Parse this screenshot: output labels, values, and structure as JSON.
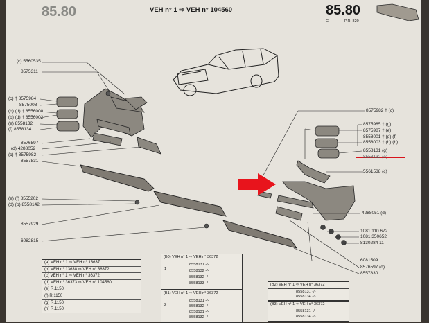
{
  "header": {
    "left_number": "85.80",
    "right_number": "85.80",
    "sub_code": "P.R. 820",
    "corner_letter": "C",
    "range_label": "VEH n° 1 ⇨ VEH n° 104560"
  },
  "left_refs": [
    "(c) 5560535",
    "8575311",
    "(c) † 8575984",
    "8575008",
    "(b) (d) † 8556000",
    "(b) (d) † 8556002",
    "(e) 8558132",
    "(f) 8558134",
    "8576597",
    "(d) 4288052",
    "(c) † 8575982",
    "8557831",
    "(e) (f) 8555202",
    "(d) (b) 8558142",
    "8557929",
    "6082815"
  ],
  "right_refs": [
    "8575982 † (c)",
    "8575985 † (g)",
    "8575987 † (e)",
    "8558001 † (g) (f)",
    "8558003 † (h) (b)",
    "8558131 (g)",
    "8558132 (e)",
    "5561538 (c)",
    "4288051 (d)",
    "1081 110 672",
    "1081 350652",
    "8130284 11",
    "6081509",
    "8576597 (d)",
    "8557830"
  ],
  "bottom_left_table": [
    "(a) VEH n° 1 ⇨ VEH n° 13637",
    "(b) VEH n° 13638 ⇨ VEH n° 36372",
    "(c) VEH n° 1 ⇨ VEH n° 36372",
    "(d) VEH n° 36373 ⇨ VEH n° 104560",
    "(e) R.1150",
    "(f) R.1150",
    "(g) R.1150",
    "(h) R.1150"
  ],
  "mid_tables": [
    {
      "head": "(B0) VEH n° 1 ⇨ VEH n° 36372",
      "index": "1",
      "lines": [
        "8558131 -/-",
        "8558132 -/-",
        "8558132 -/-",
        "8558133 -/-"
      ]
    },
    {
      "head": "(B1) VEH n° 1 ⇨ VEH n° 36372",
      "index": "2",
      "lines": [
        "8558131 -/-",
        "8558132 -/-",
        "8558131 -/-",
        "8558132 -/-"
      ]
    }
  ],
  "right_tables": [
    {
      "head": "(B2) VEH n° 1 ⇨ VEH n° 36372",
      "lines": [
        "8558131 -/-",
        "8558134 -/-"
      ]
    },
    {
      "head": "(B3) VEH n° 1 ⇨ VEH n° 36372",
      "lines": [
        "8558131 -/-",
        "8558134 -/-"
      ]
    }
  ],
  "colors": {
    "paper": "#e6e3dc",
    "ink": "#1d1d1d",
    "highlight_arrow": "#e8141c",
    "underline": "#d8141c"
  }
}
